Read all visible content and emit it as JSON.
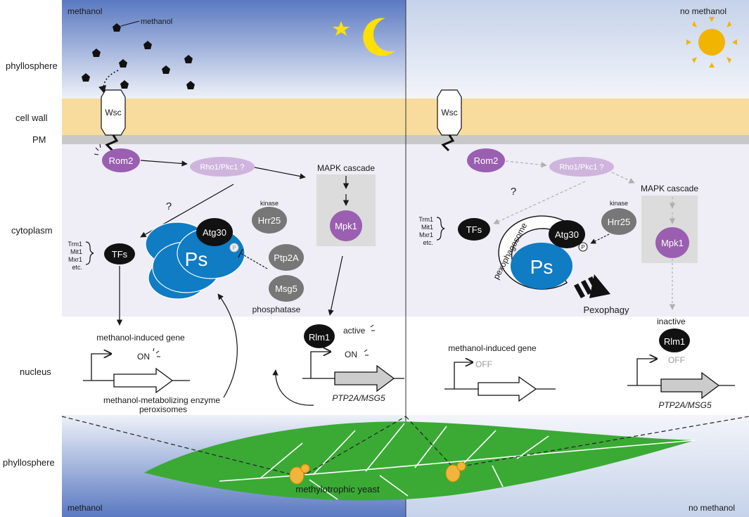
{
  "left_panel": {
    "top_condition": "methanol",
    "bottom_condition": "methanol",
    "methanol_label": "methanol",
    "rom2": "Rom2",
    "rho_pkc": "Rho1/Pkc1 ?",
    "mapk_cascade": "MAPK cascade",
    "mpk1": "Mpk1",
    "question_mark": "?",
    "kinase_label": "kinase",
    "hrr25": "Hrr25",
    "atg30": "Atg30",
    "phospho": "P",
    "ptp2a": "Ptp2A",
    "msg5": "Msg5",
    "phosphatase_label": "phosphatase",
    "ps": "Ps",
    "tf_list": [
      "Trm1",
      "Mit1",
      "Mxr1",
      "etc."
    ],
    "tfs": "TFs",
    "gene_label": "methanol-induced gene",
    "gene_state": "ON",
    "enzyme_line1": "methanol-metabolizing enzyme",
    "enzyme_line2": "peroxisomes",
    "rlm1": "Rlm1",
    "rlm1_state": "active",
    "rlm1_gene_state": "ON",
    "target_gene": "PTP2A/MSG5"
  },
  "right_panel": {
    "top_condition": "no methanol",
    "bottom_condition": "no methanol",
    "wsc": "Wsc",
    "rom2": "Rom2",
    "rho_pkc": "Rho1/Pkc1 ?",
    "mapk_cascade": "MAPK cascade",
    "mpk1": "Mpk1",
    "question_mark": "?",
    "kinase_label": "kinase",
    "hrr25": "Hrr25",
    "atg30": "Atg30",
    "phospho": "P",
    "pexophagosome": "pexophagosome",
    "ps": "Ps",
    "pexophagy": "Pexophagy",
    "tf_list": [
      "Trm1",
      "Mit1",
      "Mxr1",
      "etc."
    ],
    "tfs": "TFs",
    "gene_label": "methanol-induced gene",
    "gene_state": "OFF",
    "rlm1": "Rlm1",
    "rlm1_state": "inactive",
    "rlm1_gene_state": "OFF",
    "target_gene": "PTP2A/MSG5"
  },
  "left_wsc": "Wsc",
  "compartments": {
    "phyllosphere_top": "phyllosphere",
    "cell_wall": "cell wall",
    "pm": "PM",
    "cytoplasm": "cytoplasm",
    "nucleus": "nucleus",
    "phyllosphere_bottom": "phyllosphere"
  },
  "leaf_label": "methylotrophic yeast",
  "colors": {
    "night_sky_top": "#5a79c2",
    "sky_light": "#eef1f8",
    "cell_wall": "#f8dc9e",
    "membrane": "#c8c8c8",
    "cytoplasm": "#efedf6",
    "purple": "#9a5fb0",
    "purple_light": "#cfb5dd",
    "peroxisome_blue": "#0f7cc4",
    "grey_node": "#777777",
    "leaf_green": "#3aaa35",
    "yeast": "#f1b43c",
    "sun": "#f1b400",
    "moon": "#ffe000"
  },
  "icons": [
    "moon-icon",
    "star-icon",
    "sun-icon",
    "methanol-molecule-icon"
  ]
}
